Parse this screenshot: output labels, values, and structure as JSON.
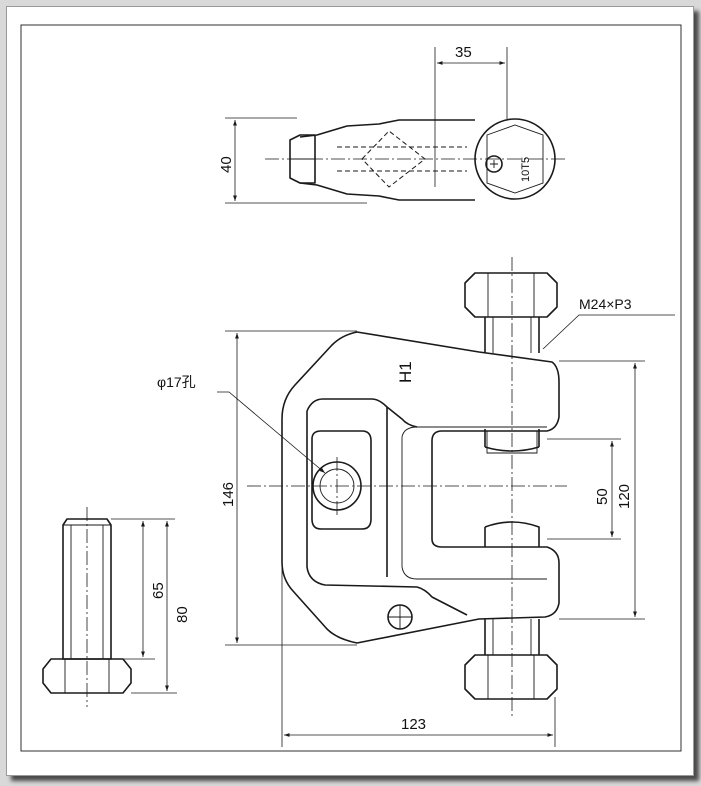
{
  "diagram": {
    "top_view": {
      "dim_width": "35",
      "dim_height": "40",
      "marking": "10T5"
    },
    "front_view": {
      "thread_label": "M24×P3",
      "hole_label": "φ17孔",
      "marking": "H1",
      "dim_height_total": "146",
      "dim_jaw_opening": "50",
      "dim_jaw_outer": "120",
      "dim_width_total": "123"
    },
    "bolt": {
      "dim_shank": "65",
      "dim_total": "80"
    }
  }
}
